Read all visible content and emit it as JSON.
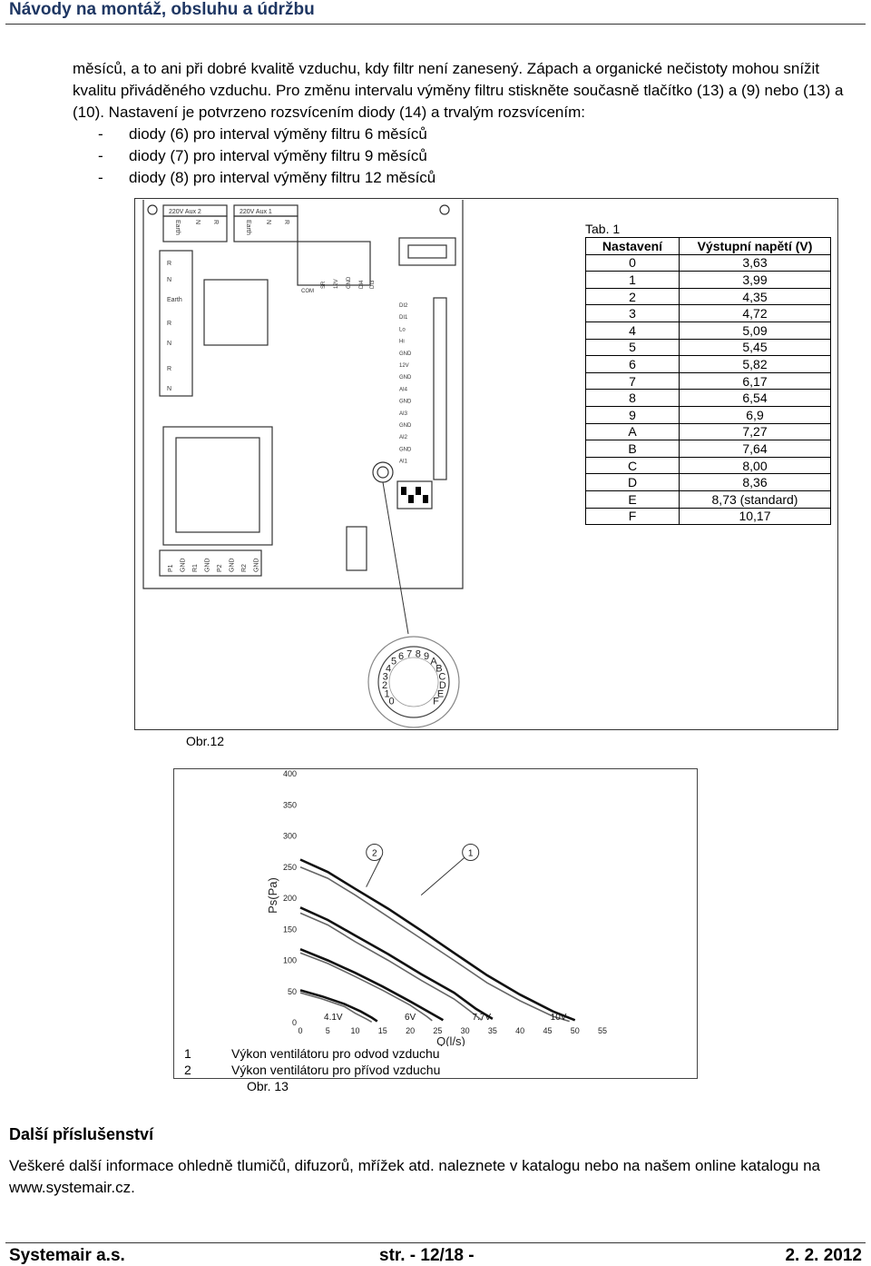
{
  "header": {
    "title": "Návody na montáž, obsluhu a údržbu"
  },
  "intro": {
    "line1": "měsíců, a to ani při dobré kvalitě vzduchu, kdy filtr není zanesený. Zápach a organické nečistoty mohou snížit kvalitu přiváděného vzduchu. Pro změnu intervalu výměny filtru stiskněte současně tlačítko (13) a (9) nebo (13) a (10). Nastavení je potvrzeno rozsvícením diody (14) a trvalým rozsvícením:",
    "items": [
      "diody (6) pro interval výměny filtru 6 měsíců",
      "diody (7) pro interval výměny filtru 9 měsíců",
      "diody (8) pro interval výměny filtru 12 měsíců"
    ],
    "dash": "-"
  },
  "board": {
    "top_labels": [
      "220V Aux 2",
      "220V Aux 1"
    ],
    "top_pins": [
      "Earth",
      "N",
      "R",
      "Earth",
      "N",
      "R"
    ],
    "left_pins": [
      "R",
      "N",
      "Earth",
      "R",
      "N",
      "R",
      "N"
    ],
    "mid_pins": [
      "COM",
      "SR",
      "12V",
      "GND",
      "DI4",
      "DI3"
    ],
    "right_pins": [
      "DI2",
      "DI1",
      "Lo",
      "Hi",
      "GND",
      "12V",
      "GND",
      "AI4",
      "GND",
      "AI3",
      "GND",
      "AI2",
      "GND",
      "AI1"
    ],
    "bottom_pins": [
      "P1",
      "GND",
      "R1",
      "GND",
      "P2",
      "GND",
      "R2",
      "GND"
    ],
    "dial_chars": [
      "0",
      "1",
      "2",
      "3",
      "4",
      "5",
      "6",
      "7",
      "8",
      "9",
      "A",
      "B",
      "C",
      "D",
      "E",
      "F"
    ],
    "figure_label": "Obr.12"
  },
  "table1": {
    "caption": "Tab. 1",
    "headers": [
      "Nastavení",
      "Výstupní napětí (V)"
    ],
    "rows": [
      [
        "0",
        "3,63"
      ],
      [
        "1",
        "3,99"
      ],
      [
        "2",
        "4,35"
      ],
      [
        "3",
        "4,72"
      ],
      [
        "4",
        "5,09"
      ],
      [
        "5",
        "5,45"
      ],
      [
        "6",
        "5,82"
      ],
      [
        "7",
        "6,17"
      ],
      [
        "8",
        "6,54"
      ],
      [
        "9",
        "6,9"
      ],
      [
        "A",
        "7,27"
      ],
      [
        "B",
        "7,64"
      ],
      [
        "C",
        "8,00"
      ],
      [
        "D",
        "8,36"
      ],
      [
        "E",
        "8,73 (standard)"
      ],
      [
        "F",
        "10,17"
      ]
    ]
  },
  "chart_data": {
    "type": "line",
    "xlabel": "Q(l/s)",
    "ylabel": "Ps(Pa)",
    "xlim": [
      0,
      55
    ],
    "ylim": [
      0,
      400
    ],
    "x_ticks": [
      "0",
      "5",
      "10",
      "15",
      "20",
      "25",
      "30",
      "35",
      "40",
      "45",
      "50",
      "55"
    ],
    "y_ticks": [
      "0",
      "50",
      "100",
      "150",
      "200",
      "250",
      "300",
      "350",
      "400"
    ],
    "voltage_labels": [
      {
        "text": "4.1V",
        "x": 6
      },
      {
        "text": "6V",
        "x": 20
      },
      {
        "text": "7.7V",
        "x": 33
      },
      {
        "text": "10V",
        "x": 47
      }
    ],
    "curve_markers": [
      {
        "label": "2",
        "x": 13.5,
        "y": 262
      },
      {
        "label": "1",
        "x": 31,
        "y": 262
      }
    ],
    "series": [
      {
        "name": "1",
        "points": [
          [
            0,
            262
          ],
          [
            5,
            242
          ],
          [
            10,
            215
          ],
          [
            16,
            183
          ],
          [
            22,
            148
          ],
          [
            28,
            112
          ],
          [
            34,
            76
          ],
          [
            40,
            45
          ],
          [
            46,
            18
          ],
          [
            50,
            4
          ]
        ]
      },
      {
        "name": "2",
        "points": [
          [
            0,
            250
          ],
          [
            5,
            232
          ],
          [
            10,
            205
          ],
          [
            16,
            170
          ],
          [
            22,
            135
          ],
          [
            28,
            100
          ],
          [
            34,
            64
          ],
          [
            40,
            35
          ],
          [
            46,
            10
          ],
          [
            49,
            2
          ]
        ]
      },
      {
        "name": "1",
        "points": [
          [
            0,
            185
          ],
          [
            5,
            165
          ],
          [
            10,
            140
          ],
          [
            16,
            110
          ],
          [
            22,
            78
          ],
          [
            28,
            48
          ],
          [
            32,
            22
          ],
          [
            35,
            6
          ]
        ]
      },
      {
        "name": "2",
        "points": [
          [
            0,
            176
          ],
          [
            5,
            157
          ],
          [
            10,
            130
          ],
          [
            16,
            100
          ],
          [
            22,
            68
          ],
          [
            28,
            38
          ],
          [
            31,
            18
          ],
          [
            33,
            4
          ]
        ]
      },
      {
        "name": "1",
        "points": [
          [
            0,
            118
          ],
          [
            5,
            100
          ],
          [
            10,
            80
          ],
          [
            15,
            58
          ],
          [
            20,
            34
          ],
          [
            24,
            14
          ],
          [
            26,
            4
          ]
        ]
      },
      {
        "name": "2",
        "points": [
          [
            0,
            112
          ],
          [
            5,
            95
          ],
          [
            10,
            74
          ],
          [
            15,
            52
          ],
          [
            20,
            28
          ],
          [
            23,
            10
          ],
          [
            24,
            3
          ]
        ]
      },
      {
        "name": "1",
        "points": [
          [
            0,
            52
          ],
          [
            4,
            42
          ],
          [
            8,
            30
          ],
          [
            11,
            18
          ],
          [
            13,
            8
          ],
          [
            14,
            2
          ]
        ]
      },
      {
        "name": "2",
        "points": [
          [
            0,
            48
          ],
          [
            4,
            38
          ],
          [
            8,
            26
          ],
          [
            10,
            15
          ],
          [
            12,
            6
          ],
          [
            13,
            1
          ]
        ]
      }
    ]
  },
  "chart_legend": [
    {
      "num": "1",
      "text": "Výkon ventilátoru pro odvod vzduchu"
    },
    {
      "num": "2",
      "text": "Výkon ventilátoru pro přívod vzduchu"
    }
  ],
  "chart_figure_label": "Obr. 13",
  "section": {
    "title": "Další příslušenství",
    "text": "Veškeré další informace ohledně tlumičů, difuzorů, mřížek atd. naleznete v katalogu nebo na našem online katalogu na www.systemair.cz."
  },
  "footer": {
    "left": "Systemair a.s.",
    "center": "str. - 12/18 -",
    "right": "2. 2. 2012"
  }
}
